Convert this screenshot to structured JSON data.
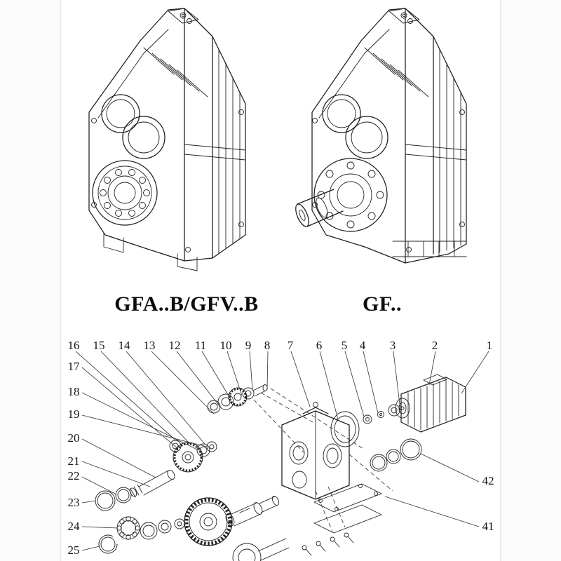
{
  "page": {
    "background": "#ffffff",
    "ink": "#1c1c1c"
  },
  "models": [
    {
      "id": "gfab-gfvb",
      "label": "GFA..B/GFV..B"
    },
    {
      "id": "gf",
      "label": "GF.."
    }
  ],
  "exploded_view": {
    "callouts_top": [
      "16",
      "15",
      "14",
      "13",
      "12",
      "11",
      "10",
      "9",
      "8",
      "7",
      "6",
      "5",
      "4",
      "3",
      "2",
      "1"
    ],
    "callouts_left": [
      "17",
      "18",
      "19",
      "20",
      "21",
      "22",
      "23",
      "24",
      "25"
    ],
    "callouts_right": [
      "42",
      "41"
    ]
  }
}
